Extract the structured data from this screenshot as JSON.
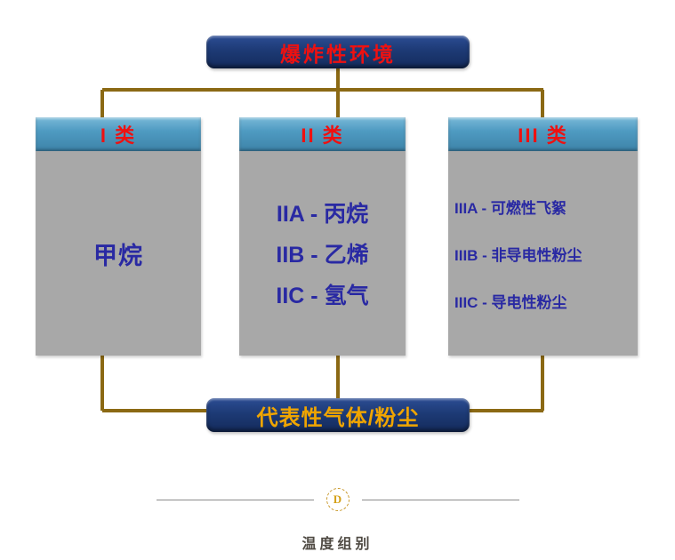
{
  "diagram": {
    "root_label": "爆炸性环境",
    "bottom_label": "代表性气体/粉尘",
    "columns": [
      {
        "header": "I 类",
        "items": [
          "甲烷"
        ]
      },
      {
        "header": "II 类",
        "items": [
          "IIA - 丙烷",
          "IIB - 乙烯",
          "IIC - 氢气"
        ]
      },
      {
        "header": "III 类",
        "items": [
          "IIIA - 可燃性飞絮",
          "IIIB - 非导电性粉尘",
          "IIIC - 导电性粉尘"
        ]
      }
    ],
    "colors": {
      "node_navy": "#1d3a75",
      "header_blue": "#4f9bc2",
      "body_gray": "#a8a8a8",
      "label_red": "#ee1111",
      "item_blue": "#2929a3",
      "gold_text": "#f0a500",
      "connector_brown": "#8b6914"
    }
  },
  "divider": {
    "marker": "D"
  },
  "footer": {
    "caption": "温度组别"
  }
}
